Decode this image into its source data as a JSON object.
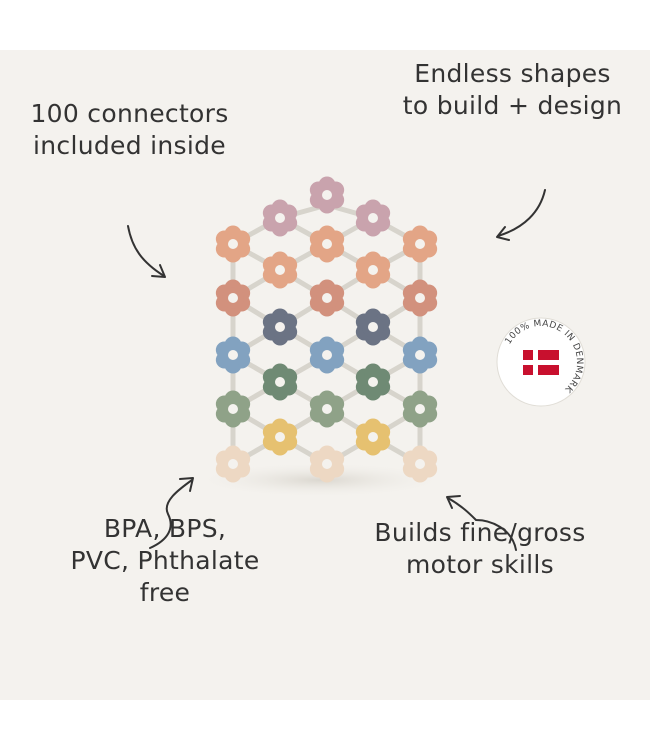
{
  "callouts": {
    "top_left": [
      "100 connectors",
      "included inside"
    ],
    "top_right": [
      "Endless shapes",
      "to build + design"
    ],
    "bottom_left": [
      "BPA, BPS,",
      "PVC, Phthalate",
      "free"
    ],
    "bottom_right": [
      "Builds fine/gross",
      "motor skills"
    ]
  },
  "badge": {
    "text": "100% MADE IN DENMARK",
    "flag_red": "#c8102e",
    "flag_white": "#ffffff"
  },
  "colors": {
    "background": "#f4f2ee",
    "text": "#333333",
    "rows": [
      "#c9a3ad",
      "#e3a586",
      "#e3a586",
      "#d2917d",
      "#6b7384",
      "#82a2c0",
      "#6f8a74",
      "#8fa288",
      "#e6c170",
      "#edd8c3"
    ],
    "connector": "#d7d4cc"
  }
}
